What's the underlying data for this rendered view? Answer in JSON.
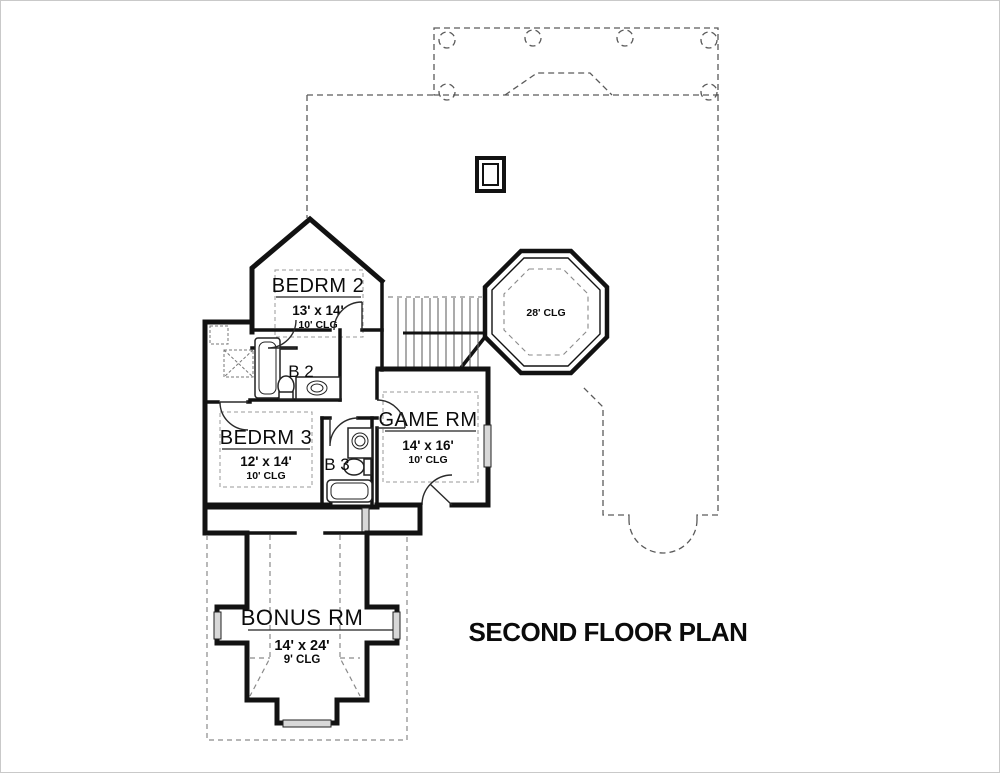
{
  "page": {
    "title": "SECOND FLOOR PLAN"
  },
  "rooms": {
    "bedrm2": {
      "name": "BEDRM 2",
      "dims": "13' x 14'",
      "ceiling": "10' CLG"
    },
    "bedrm3": {
      "name": "BEDRM 3",
      "dims": "12' x 14'",
      "ceiling": "10' CLG"
    },
    "game": {
      "name": "GAME RM",
      "dims": "14' x 16'",
      "ceiling": "10' CLG"
    },
    "bonus": {
      "name": "BONUS RM",
      "dims": "14' x 24'",
      "ceiling": "9' CLG"
    },
    "bath2": {
      "name": "B 2"
    },
    "bath3": {
      "name": "B 3"
    },
    "turret": {
      "ceiling": "28' CLG"
    }
  },
  "colors": {
    "wall": "#121212",
    "footprint_dashed": "#5a5a5a",
    "attic_dashed": "#8a8a8a",
    "background": "#ffffff"
  }
}
